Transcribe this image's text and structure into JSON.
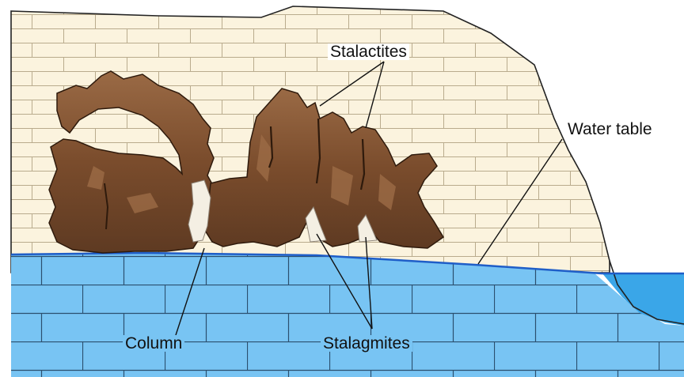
{
  "labels": {
    "stalactites": "Stalactites",
    "water_table": "Water table",
    "column": "Column",
    "stalagmites": "Stalagmites"
  },
  "colors": {
    "limestone": "#fbf3de",
    "brick_line": "#b9ab8d",
    "water": "#78c4f3",
    "water_line": "#1f5ec8",
    "river": "#3aa6e8",
    "cave_dark": "#5e3a22",
    "cave_mid": "#8a5a37",
    "cave_light": "#b0815b",
    "outline": "#222222"
  }
}
